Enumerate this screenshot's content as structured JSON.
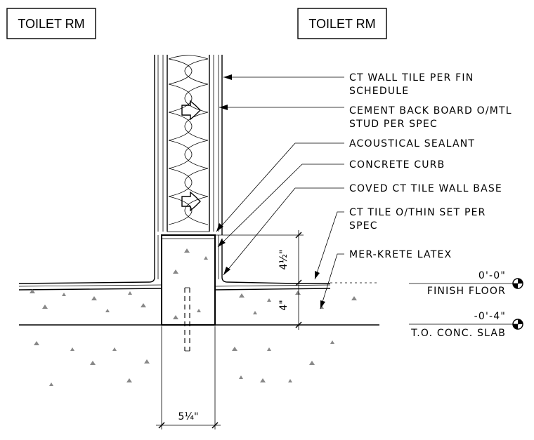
{
  "room_tags": {
    "left": "TOILET RM",
    "right": "TOILET RM"
  },
  "callouts": [
    {
      "id": "ct-wall-tile",
      "lines": [
        "CT WALL TILE PER FIN",
        "SCHEDULE"
      ]
    },
    {
      "id": "cement-back-board",
      "lines": [
        "CEMENT BACK BOARD O/MTL",
        "STUD PER SPEC"
      ]
    },
    {
      "id": "acoustical-sealant",
      "lines": [
        "ACOUSTICAL SEALANT"
      ]
    },
    {
      "id": "concrete-curb",
      "lines": [
        "CONCRETE CURB"
      ]
    },
    {
      "id": "coved-ct-tile-wall-base",
      "lines": [
        "COVED CT TILE WALL BASE"
      ]
    },
    {
      "id": "ct-tile-thin-set",
      "lines": [
        "CT TILE O/THIN SET PER",
        "SPEC"
      ]
    },
    {
      "id": "mer-krete-latex",
      "lines": [
        "MER-KRETE LATEX"
      ]
    }
  ],
  "elevations": [
    {
      "id": "finish-floor",
      "value": "0'-0\"",
      "label": "FINISH FLOOR"
    },
    {
      "id": "conc-slab",
      "value": "-0'-4\"",
      "label": "T.O. CONC. SLAB"
    }
  ],
  "dimensions": {
    "curb_height": "4½\"",
    "slab_depth": "4\"",
    "curb_width": "5¼\""
  }
}
